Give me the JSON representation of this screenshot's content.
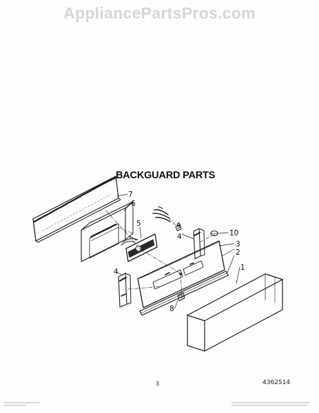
{
  "watermark": "AppliancePartsPros.com",
  "section_title": "BACKGUARD PARTS",
  "page_number": "3",
  "part_number": "4362514",
  "callouts": {
    "c1": "1",
    "c2": "2",
    "c3": "3",
    "c4a": "4",
    "c4b": "4",
    "c5": "5",
    "c6": "6",
    "c7": "7",
    "c8": "8",
    "c9": "9",
    "c10": "10"
  }
}
